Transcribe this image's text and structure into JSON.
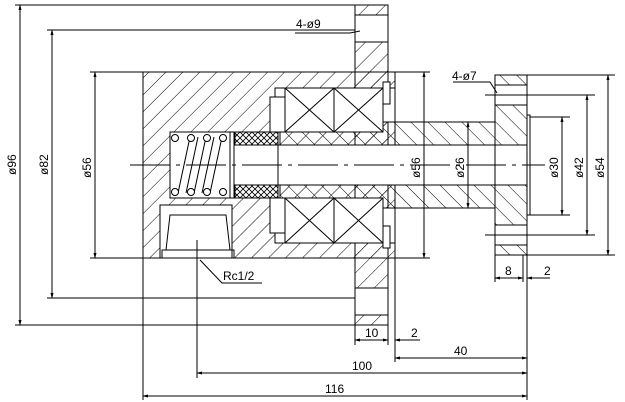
{
  "drawing": {
    "callouts": {
      "holes_large": "4-ø9",
      "holes_small": "4-ø7",
      "thread": "Rc1/2"
    },
    "diameters": {
      "d96": "ø96",
      "d82": "ø82",
      "d56_left": "ø56",
      "d56_right": "ø56",
      "d26": "ø26",
      "d30": "ø30",
      "d42": "ø42",
      "d54": "ø54"
    },
    "lengths": {
      "l10": "10",
      "l2_flange": "2",
      "l40": "40",
      "l100": "100",
      "l116": "116",
      "l8": "8",
      "l2_right": "2"
    }
  }
}
